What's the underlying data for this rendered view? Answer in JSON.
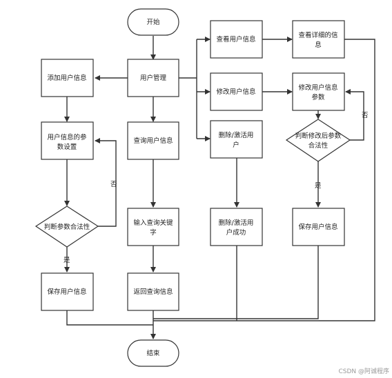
{
  "flowchart": {
    "start": "开始",
    "end": "结束",
    "user_mgmt": "用户管理",
    "add_user": "添加用户信息",
    "param_set": [
      "用户信息的参",
      "数设置"
    ],
    "judge_left": "判断参数合法性",
    "save_left": "保存用户信息",
    "query_user": "查询用户信息",
    "input_kw": [
      "输入查询关键",
      "字"
    ],
    "return_query": "返回查询信息",
    "view_user": "查看用户信息",
    "view_detail": [
      "查看详细的信",
      "息"
    ],
    "modify_user": "修改用户信息",
    "modify_param": [
      "修改用户信息",
      "参数"
    ],
    "judge_right": [
      "判断修改后参数",
      "合法性"
    ],
    "save_right": "保存用户信息",
    "delete_user": [
      "删除/激活用",
      "户"
    ],
    "delete_success": [
      "删除/激活用",
      "户成功"
    ],
    "yes": "是",
    "no": "否"
  },
  "watermark": "CSDN @阿诚程序"
}
